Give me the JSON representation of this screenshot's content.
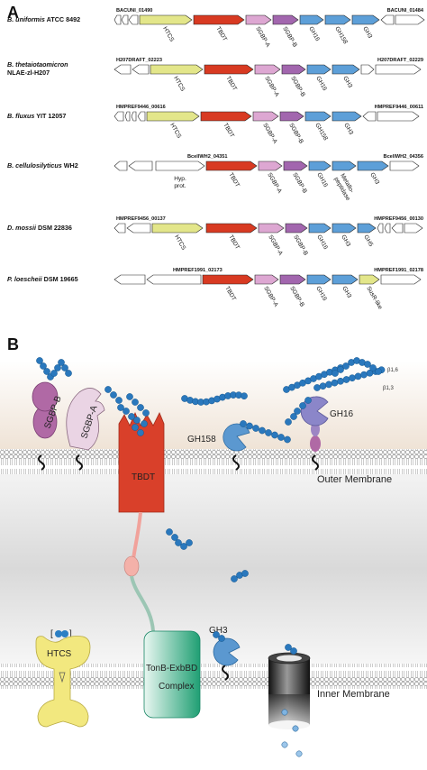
{
  "panels": {
    "a": "A",
    "b": "B"
  },
  "colors": {
    "HTCS": "#e3e68a",
    "TBDT": "#d83a22",
    "SGBP-A": "#dda7d2",
    "SGBP-B": "#a266ae",
    "GH": "#5d9fd8",
    "hyp": "#ffffff",
    "SusR": "#e3e68a"
  },
  "loci": [
    {
      "org_italic": "B. uniformis",
      "org_rest": " ATCC 8492",
      "org_line2": "",
      "locus_left": "BACUNI_01490",
      "locus_right": "BACUNI_01484",
      "labels": [
        "HTCS",
        "TBDT",
        "SGBP-A",
        "SGBP-B",
        "GH16",
        "GH158",
        "GH3"
      ]
    },
    {
      "org_italic": "B. thetaiotaomicron",
      "org_rest": "",
      "org_line2": "NLAE-zl-H207",
      "locus_left": "H207DRAFT_02223",
      "locus_right": "H207DRAFT_02229",
      "labels": [
        "HTCS",
        "TBDT",
        "SGBP-A",
        "SGBP-B",
        "GH16",
        "GH3"
      ]
    },
    {
      "org_italic": "B. fluxus",
      "org_rest": " YIT 12057",
      "org_line2": "",
      "locus_left": "HMPREF9446_00616",
      "locus_right": "HMPREF9446_00611",
      "labels": [
        "HTCS",
        "TBDT",
        "SGBP-A",
        "SGBP-B",
        "GH158",
        "GH3"
      ]
    },
    {
      "org_italic": "B. cellulosilyticus",
      "org_rest": " WH2",
      "org_line2": "",
      "locus_left": "BcellWH2_04351",
      "locus_right": "BcellWH2_04356",
      "labels": [
        "Hyp.",
        "prot.",
        "TBDT",
        "SGBP-A",
        "SGBP-B",
        "GH16",
        "Metallo-",
        "peptidase",
        "GH3"
      ]
    },
    {
      "org_italic": "D. mossii",
      "org_rest": " DSM 22836",
      "org_line2": "",
      "locus_left": "HMPREF9456_00137",
      "locus_right": "HMPREF9456_00130",
      "labels": [
        "HTCS",
        "TBDT",
        "SGBP-A",
        "SGBP-B",
        "GH16",
        "GH3",
        "GH5"
      ]
    },
    {
      "org_italic": "P. loescheii",
      "org_rest": " DSM 19665",
      "org_line2": "",
      "locus_left": "HMPREF1991_02173",
      "locus_right": "HMPREF1991_02178",
      "labels": [
        "TBDT",
        "SGBP-A",
        "SGBP-B",
        "GH16",
        "GH3",
        "SusR-like"
      ]
    }
  ],
  "panel_b": {
    "outer_membrane": "Outer Membrane",
    "inner_membrane": "Inner Membrane",
    "sgbp_b": "SGBP-B",
    "sgbp_a": "SGBP-A",
    "tbdt": "TBDT",
    "gh158": "GH158",
    "gh16": "GH16",
    "gh3": "GH3",
    "htcs": "HTCS",
    "tonb_1": "TonB-ExbBD",
    "tonb_2": "Complex",
    "beta16": "β1,6",
    "beta13": "β1,3",
    "bracket_sub": "n"
  }
}
